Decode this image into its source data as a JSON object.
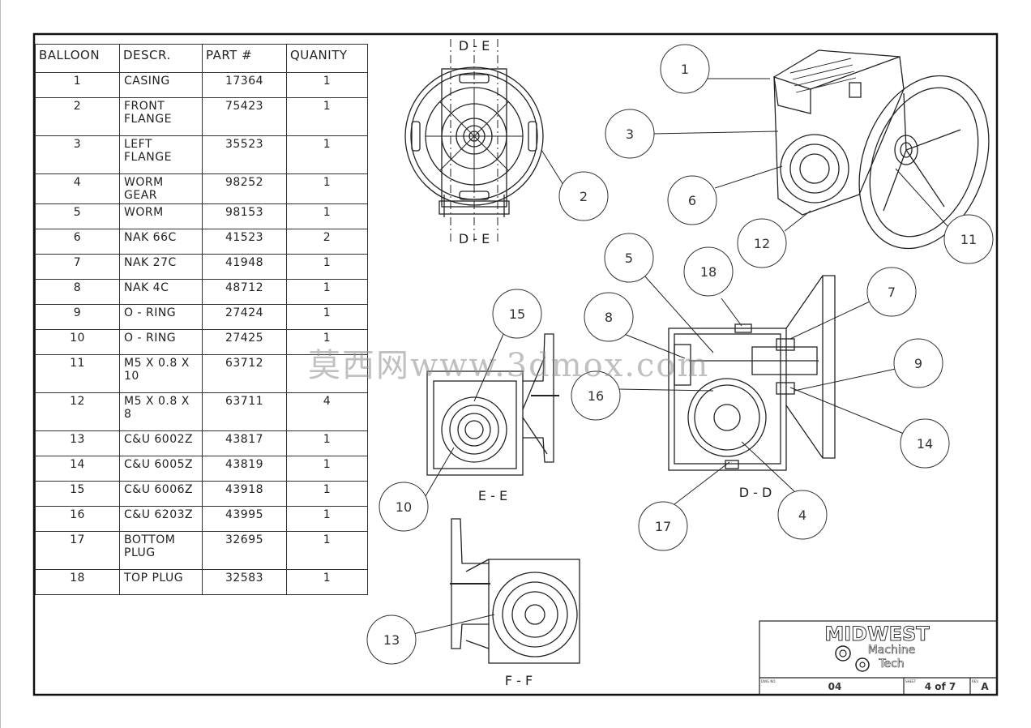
{
  "bom": {
    "headers": [
      "BALLOON",
      "DESCR.",
      "PART #",
      "QUANITY"
    ],
    "rows": [
      {
        "balloon": "1",
        "descr": [
          "CASING"
        ],
        "part": "17364",
        "qty": "1"
      },
      {
        "balloon": "2",
        "descr": [
          "FRONT",
          "FLANGE"
        ],
        "part": "75423",
        "qty": "1"
      },
      {
        "balloon": "3",
        "descr": [
          "LEFT",
          "FLANGE"
        ],
        "part": "35523",
        "qty": "1"
      },
      {
        "balloon": "4",
        "descr": [
          "WORM GEAR"
        ],
        "part": "98252",
        "qty": "1"
      },
      {
        "balloon": "5",
        "descr": [
          "WORM"
        ],
        "part": "98153",
        "qty": "1"
      },
      {
        "balloon": "6",
        "descr": [
          "NAK 66C"
        ],
        "part": "41523",
        "qty": "2"
      },
      {
        "balloon": "7",
        "descr": [
          "NAK 27C"
        ],
        "part": "41948",
        "qty": "1"
      },
      {
        "balloon": "8",
        "descr": [
          "NAK 4C"
        ],
        "part": "48712",
        "qty": "1"
      },
      {
        "balloon": "9",
        "descr": [
          "O - RING"
        ],
        "part": "27424",
        "qty": "1"
      },
      {
        "balloon": "10",
        "descr": [
          "O - RING"
        ],
        "part": "27425",
        "qty": "1"
      },
      {
        "balloon": "11",
        "descr": [
          "M5 X 0.8 X",
          "10"
        ],
        "part": "63712",
        "qty": ""
      },
      {
        "balloon": "12",
        "descr": [
          "M5 X 0.8 X",
          "8"
        ],
        "part": "63711",
        "qty": "4"
      },
      {
        "balloon": "13",
        "descr": [
          "C&U 6002Z"
        ],
        "part": "43817",
        "qty": "1"
      },
      {
        "balloon": "14",
        "descr": [
          "C&U 6005Z"
        ],
        "part": "43819",
        "qty": "1"
      },
      {
        "balloon": "15",
        "descr": [
          "C&U 6006Z"
        ],
        "part": "43918",
        "qty": "1"
      },
      {
        "balloon": "16",
        "descr": [
          "C&U 6203Z"
        ],
        "part": "43995",
        "qty": "1"
      },
      {
        "balloon": "17",
        "descr": [
          "BOTTOM",
          "PLUG"
        ],
        "part": "32695",
        "qty": "1"
      },
      {
        "balloon": "18",
        "descr": [
          "TOP PLUG"
        ],
        "part": "32583",
        "qty": "1"
      }
    ]
  },
  "views": {
    "section_dd_top": "D - E",
    "section_dd_bottom": "D - E",
    "ee": "E - E",
    "dd": "D - D",
    "ff": "F - F"
  },
  "balloons": [
    "1",
    "2",
    "3",
    "4",
    "5",
    "6",
    "7",
    "8",
    "9",
    "10",
    "11",
    "12",
    "13",
    "14",
    "15",
    "16",
    "17",
    "18"
  ],
  "title_block": {
    "logo_line1": "MIDWEST",
    "logo_line2": "Machine",
    "logo_line3": "Tech",
    "dwg_no_label": "DWG NO.",
    "dwg_no": "04",
    "sheet_label": "SHEET",
    "sheet": "4 of 7",
    "rev_label": "REV.",
    "rev": "A"
  },
  "watermark": "莫西网www.3dmox.com",
  "colors": {
    "line": "#222222",
    "watermark": "#8c8c8c"
  }
}
